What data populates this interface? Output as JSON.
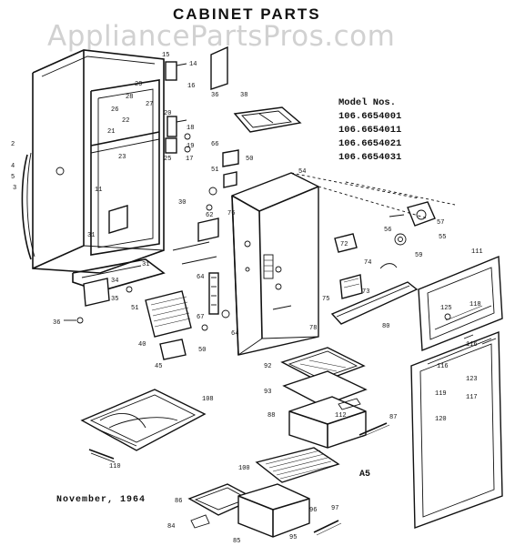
{
  "title": "CABINET PARTS",
  "watermark": "AppliancePartsPros.com",
  "models": {
    "heading": "Model Nos.",
    "numbers": [
      "106.6654001",
      "106.6654011",
      "106.6654021",
      "106.6654031"
    ]
  },
  "footer": {
    "date": "November, 1964",
    "code": "A5"
  },
  "callouts": {
    "c2": "2",
    "c3": "3",
    "c4": "4",
    "c5": "5",
    "c11": "11",
    "c14": "14",
    "c15": "15",
    "c16": "16",
    "c17": "17",
    "c18": "18",
    "c19": "19",
    "c20": "20",
    "c21": "21",
    "c22": "22",
    "c23": "23",
    "c25": "25",
    "c26": "26",
    "c27": "27",
    "c28": "28",
    "c29": "29",
    "c30": "30",
    "c31": "31",
    "c34": "34",
    "c35": "35",
    "c36": "36",
    "c38": "38",
    "c40": "40",
    "c45": "45",
    "c50": "50",
    "c51": "51",
    "c54": "54",
    "c55": "55",
    "c56": "56",
    "c57": "57",
    "c59": "59",
    "c62": "62",
    "c64": "64",
    "c66": "66",
    "c67": "67",
    "c72": "72",
    "c73": "73",
    "c74": "74",
    "c75": "75",
    "c76": "76",
    "c78": "78",
    "c80": "80",
    "c84": "84",
    "c85": "85",
    "c86": "86",
    "c87": "87",
    "c88": "88",
    "c92": "92",
    "c93": "93",
    "c95": "95",
    "c96": "96",
    "c97": "97",
    "c100": "100",
    "c108": "108",
    "c110": "110",
    "c111": "111",
    "c112": "112",
    "c116": "116",
    "c117": "117",
    "c118": "118",
    "c119": "119",
    "c120": "120",
    "c123": "123",
    "c125": "125"
  }
}
